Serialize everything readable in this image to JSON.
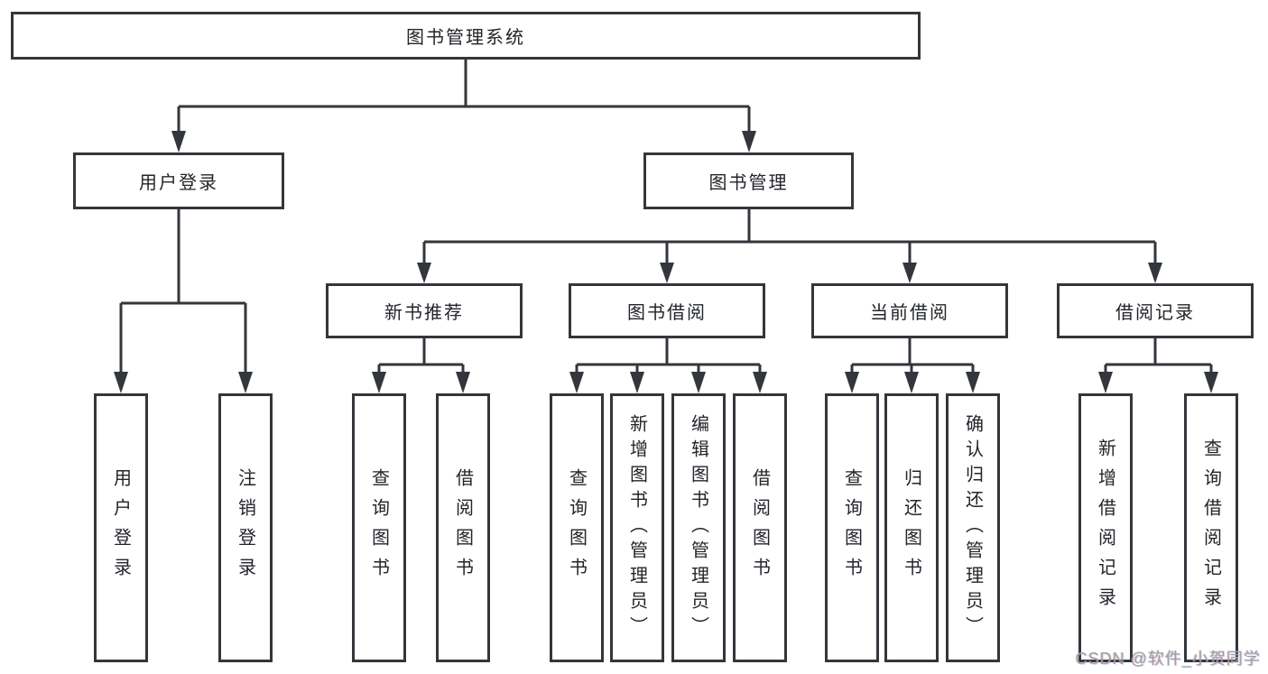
{
  "diagram": {
    "root": "图书管理系统",
    "branches": [
      {
        "label": "用户登录",
        "children": [
          "用户登录",
          "注销登录"
        ]
      },
      {
        "label": "图书管理",
        "sections": [
          {
            "label": "新书推荐",
            "children": [
              "查询图书",
              "借阅图书"
            ]
          },
          {
            "label": "图书借阅",
            "children": [
              "查询图书",
              "新增图书（管理员）",
              "编辑图书（管理员）",
              "借阅图书"
            ]
          },
          {
            "label": "当前借阅",
            "children": [
              "查询图书",
              "归还图书",
              "确认归还（管理员）"
            ]
          },
          {
            "label": "借阅记录",
            "children": [
              "新增借阅记录",
              "查询借阅记录"
            ]
          }
        ]
      }
    ]
  },
  "watermark": "CSDN @软件_小贺同学",
  "colors": {
    "line": "#33363b",
    "text": "#22252a",
    "background": "#ffffff",
    "watermark": "#9ba1a8"
  }
}
